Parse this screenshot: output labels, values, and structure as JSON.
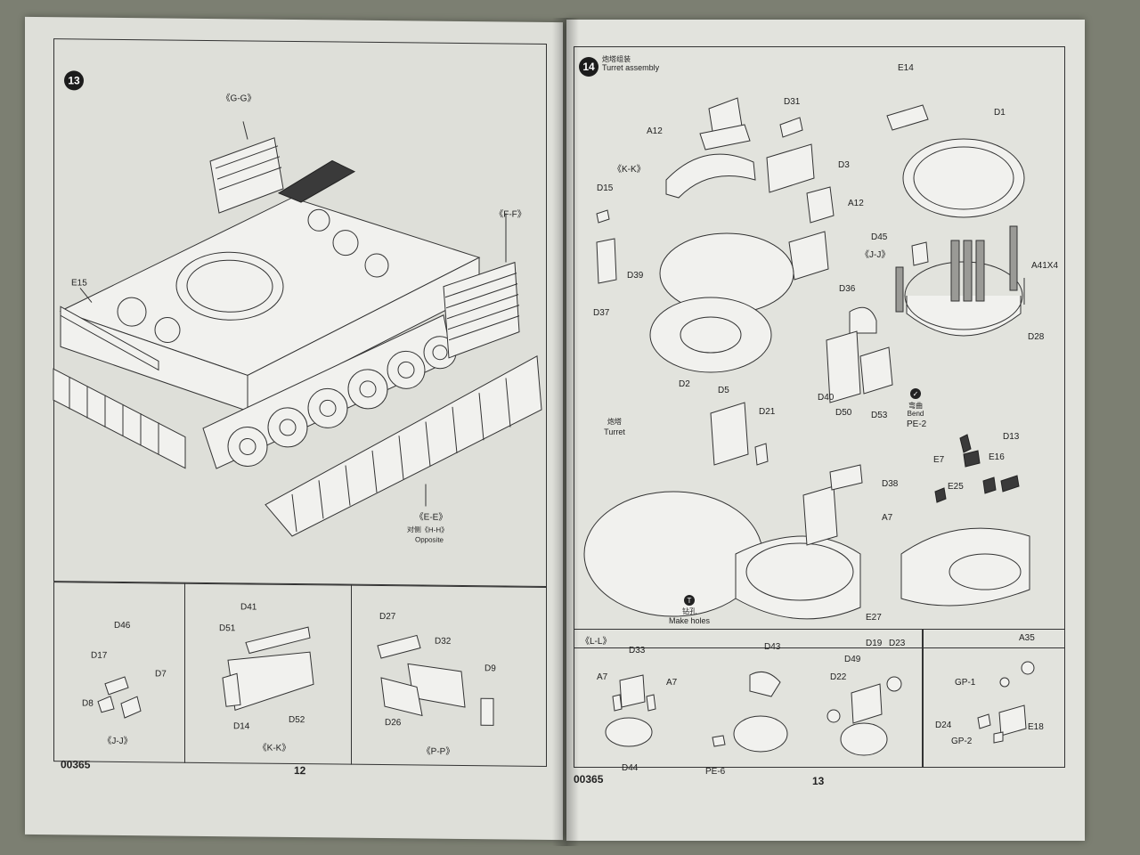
{
  "left_page": {
    "step_number": "13",
    "callouts": {
      "gg": "《G-G》",
      "ff": "《F-F》",
      "e15": "E15",
      "ee": "《E-E》",
      "opp_cn": "对侧《H-H》",
      "opposite": "Opposite"
    },
    "sub_jj": {
      "parts": [
        "D46",
        "D17",
        "D7",
        "D8"
      ],
      "caption": "《J-J》"
    },
    "sub_kk": {
      "parts": [
        "D41",
        "D51",
        "D14",
        "D52"
      ],
      "caption": "《K-K》"
    },
    "sub_pp": {
      "parts": [
        "D27",
        "D32",
        "D9",
        "D26"
      ],
      "caption": "《P-P》"
    },
    "kit_code": "00365",
    "page_number": "12"
  },
  "right_page": {
    "step_number": "14",
    "step_title_cn": "炮塔组装",
    "step_title": "Turret assembly",
    "parts": {
      "e14": "E14",
      "d1": "D1",
      "d31": "D31",
      "a12a": "A12",
      "d3": "D3",
      "kk": "《K-K》",
      "d15": "D15",
      "a12b": "A12",
      "d45": "D45",
      "jj": "《J-J》",
      "a41x4": "A41X4",
      "d39": "D39",
      "d37": "D37",
      "d36": "D36",
      "d28": "D28",
      "d2": "D2",
      "d40": "D40",
      "d50": "D50",
      "d53": "D53",
      "bend_cn": "弯曲",
      "bend": "Bend",
      "pe2": "PE-2",
      "d5": "D5",
      "d21": "D21",
      "d13": "D13",
      "e7": "E7",
      "e16": "E16",
      "e25": "E25",
      "d38": "D38",
      "a7": "A7",
      "turret_cn": "炮塔",
      "turret": "Turret",
      "holes_cn": "钻孔",
      "holes": "Make holes",
      "e27": "E27"
    },
    "sub_ll": {
      "caption": "《L-L》",
      "parts": [
        "D33",
        "A7",
        "A7",
        "D44",
        "D43",
        "PE-6",
        "D19",
        "D23",
        "D49",
        "D22"
      ]
    },
    "sub_gp": {
      "parts": [
        "A35",
        "GP-1",
        "D24",
        "E18",
        "GP-2"
      ]
    },
    "kit_code": "00365",
    "page_number": "13"
  }
}
